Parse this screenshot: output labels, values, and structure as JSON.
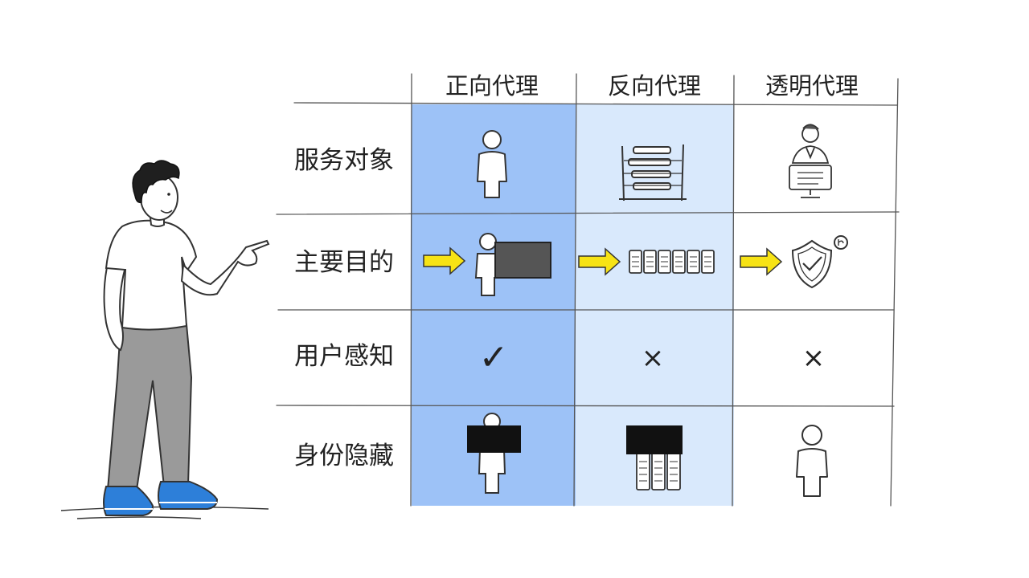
{
  "columns": [
    "正向代理",
    "反向代理",
    "透明代理"
  ],
  "rows": [
    "服务对象",
    "主要目的",
    "用户感知",
    "身份隐藏"
  ],
  "cells": {
    "user_awareness": [
      "✓",
      "×",
      "×"
    ]
  },
  "icons": {
    "service_target": [
      "person-icon",
      "server-rack-icon",
      "user-at-computer-icon"
    ],
    "main_purpose": [
      "arrow-to-person-behind-wall-icon",
      "arrow-to-server-cluster-icon",
      "arrow-to-shield-icon"
    ],
    "identity_hiding": [
      "hidden-person-icon",
      "hidden-server-icon",
      "visible-person-icon"
    ]
  },
  "colors": {
    "forward_column": "#9dc2f7",
    "reverse_column": "#d9e9fc",
    "arrow": "#f7e315",
    "shoe": "#2d7fd9",
    "pants": "#9a9a9a",
    "redaction": "#111111"
  }
}
